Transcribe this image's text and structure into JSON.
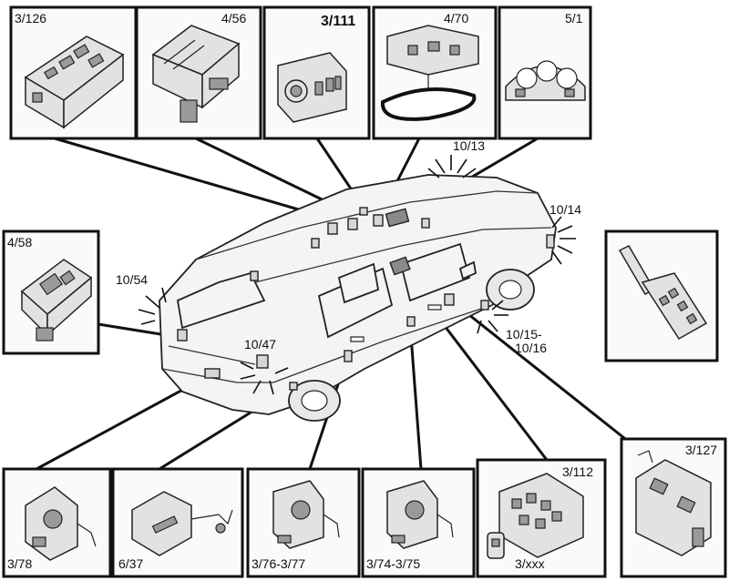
{
  "callouts": {
    "c_3_126": "3/126",
    "c_4_56": "4/56",
    "c_3_111": "3/111",
    "c_4_70": "4/70",
    "c_5_1": "5/1",
    "c_4_58": "4/58",
    "c_3_78": "3/78",
    "c_6_37": "6/37",
    "c_3_76_77": "3/76-3/77",
    "c_3_74_75": "3/74-3/75",
    "c_3_112": "3/112",
    "c_3_xxx": "3/xxx",
    "c_3_127": "3/127"
  },
  "markers": {
    "m_10_13": "10/13",
    "m_10_14": "10/14",
    "m_10_54": "10/54",
    "m_10_47": "10/47",
    "m_10_15": "10/15-",
    "m_10_16": "10/16"
  }
}
